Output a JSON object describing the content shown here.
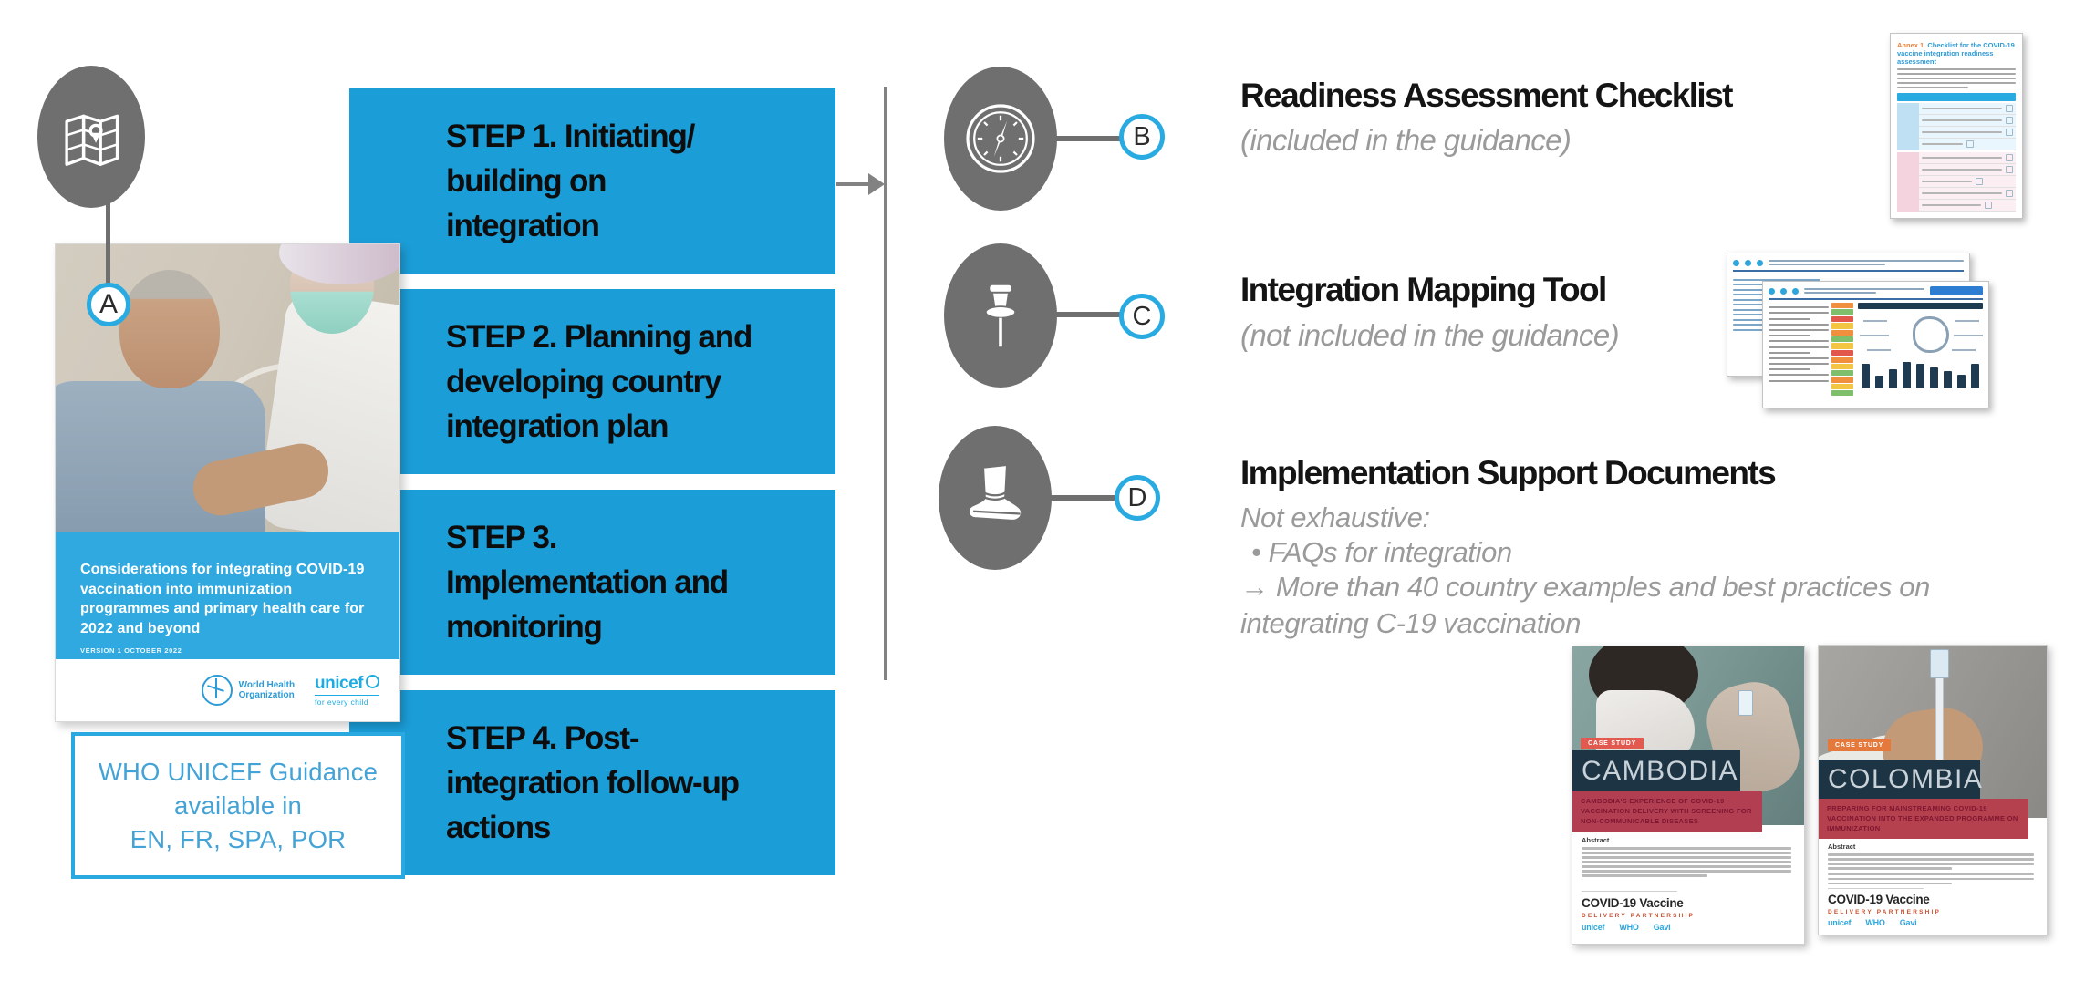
{
  "colors": {
    "step_blue": "#1B9DD8",
    "cover_band_blue": "#2FA9E0",
    "accent_blue": "#29ABE2",
    "icon_gray": "#6F6F6F",
    "line_gray": "#828282",
    "muted_text": "#9a9a9a",
    "navy_band": "#1C3444",
    "crimson_band": "#B23E52",
    "tag_red_cambodia": "#E25A4F",
    "tag_orange_colombia": "#E5793C",
    "maroon_title": "#7E1631",
    "logo_blue": "#1CABE2"
  },
  "left": {
    "map_badge": "A",
    "cover": {
      "title": "Considerations for integrating COVID-19 vaccination into immunization programmes and primary health care for 2022 and beyond",
      "version": "VERSION 1 OCTOBER 2022",
      "who_line1": "World Health",
      "who_line2": "Organization",
      "unicef_word": "unicef",
      "unicef_tagline": "for every child"
    },
    "guidance_box": [
      "WHO UNICEF Guidance",
      "available in",
      "EN, FR, SPA, POR"
    ]
  },
  "steps": [
    {
      "lines": [
        "STEP 1. Initiating/",
        "building on",
        "integration"
      ]
    },
    {
      "lines": [
        "STEP 2. Planning and",
        "developing country",
        "integration plan"
      ]
    },
    {
      "lines": [
        "STEP 3.",
        "Implementation and",
        "monitoring"
      ]
    },
    {
      "lines": [
        "STEP 4. Post-",
        "integration follow-up",
        "actions"
      ]
    }
  ],
  "resources": [
    {
      "badge": "B",
      "icon": "compass",
      "title": "Readiness Assessment Checklist",
      "subtitle": "(included in the guidance)"
    },
    {
      "badge": "C",
      "icon": "pushpin",
      "title": "Integration Mapping Tool",
      "subtitle": "(not included in the guidance)"
    },
    {
      "badge": "D",
      "icon": "boot",
      "title": "Implementation Support Documents",
      "note_intro": "Not exhaustive:",
      "note_bullet": "•   FAQs for integration",
      "note_arrow": "→ More than 40 country examples and best practices on integrating C-19 vaccination"
    }
  ],
  "thumbnails": {
    "checklist": {
      "title_prefix": "Annex 1.",
      "title": " Checklist for the COVID-19 vaccine integration readiness assessment"
    },
    "mapping": {
      "heat_cells": [
        "#F0903F",
        "#7FBF6B",
        "#E2574C",
        "#F4C542",
        "#F0903F",
        "#7FBF6B",
        "#F4C542",
        "#E2574C",
        "#F0903F",
        "#F4C542",
        "#7FBF6B",
        "#F0903F",
        "#F4C542",
        "#7FBF6B"
      ],
      "chart_bars": [
        26,
        13,
        20,
        28,
        26,
        22,
        18,
        14,
        26
      ]
    }
  },
  "case_studies": [
    {
      "tag": "CASE STUDY",
      "country": "CAMBODIA",
      "title": "CAMBODIA'S EXPERIENCE OF COVID-19 VACCINATION DELIVERY WITH SCREENING FOR NON-COMMUNICABLE DISEASES",
      "section_label": "Abstract",
      "brand": "COVID-19 Vaccine",
      "brand_sub": "DELIVERY PARTNERSHIP",
      "logos": [
        "unicef",
        "WHO",
        "Gavi"
      ]
    },
    {
      "tag": "CASE STUDY",
      "country": "COLOMBIA",
      "title": "PREPARING FOR MAINSTREAMING COVID-19 VACCINATION INTO THE EXPANDED PROGRAMME ON IMMUNIZATION",
      "section_label": "Abstract",
      "brand": "COVID-19 Vaccine",
      "brand_sub": "DELIVERY PARTNERSHIP",
      "logos": [
        "unicef",
        "WHO",
        "Gavi"
      ]
    }
  ]
}
